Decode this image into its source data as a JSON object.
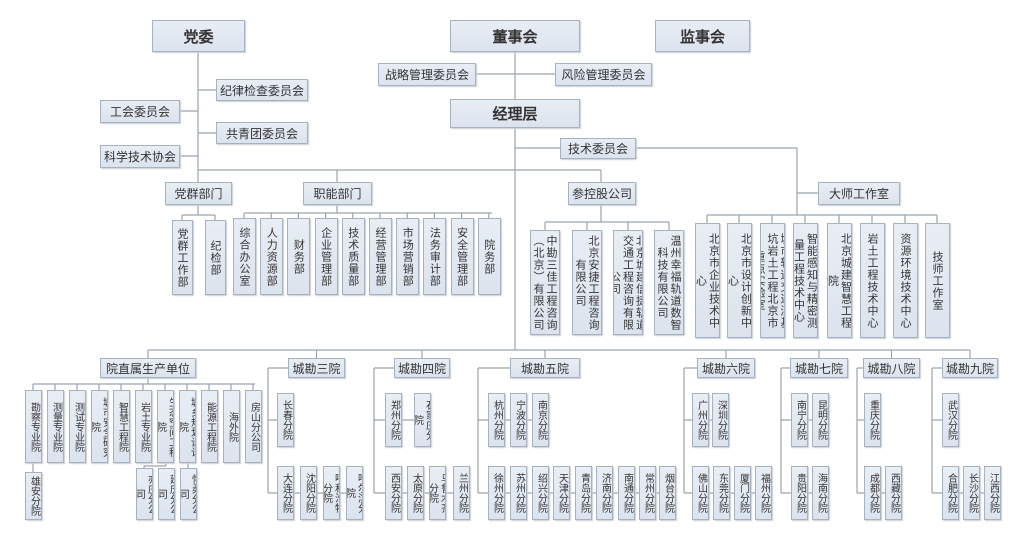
{
  "top": {
    "party_committee": "党委",
    "board": "董事会",
    "supervisors": "监事会",
    "strategy": "战略管理委员会",
    "risk": "风险管理委员会",
    "management": "经理层",
    "discipline": "纪律检查委员会",
    "union": "工会委员会",
    "youth": "共青团委员会",
    "science": "科学技术协会",
    "tech_committee": "技术委员会"
  },
  "departments": {
    "party": {
      "label": "党群部门",
      "children": [
        "党群工作部",
        "纪检部"
      ]
    },
    "functional": {
      "label": "职能部门",
      "children": [
        "综合办公室",
        "人力资源部",
        "财务部",
        "企业管理部",
        "技术质量部",
        "经营管理部",
        "市场营销部",
        "法务审计部",
        "安全管理部",
        "院务部"
      ]
    },
    "holdings": {
      "label": "参控股公司",
      "children": [
        "中勘三佳工程咨询（北京）有限公司",
        "北京安捷工程咨询有限公司",
        "北京城建信捷轨道交通工程咨询有限公司",
        "温州幸福轨道数智科技有限公司"
      ]
    },
    "masters": {
      "label": "大师工作室",
      "children": [
        "北京市企业技术中心",
        "北京市设计创新中心",
        "城市轨道交通深基坑岩土工程北京市重点实验室",
        "智能感知与精密测量工程技术中心",
        "北京城建智慧工程院",
        "岩土工程技术中心",
        "资源环境技术中心",
        "技师工作室"
      ]
    }
  },
  "production": {
    "direct": {
      "label": "院直属生产单位",
      "children": [
        "勘察专业院",
        "测量专业院",
        "测试专业院",
        "城市安全研究院",
        "智慧工程院",
        "岩土专业院",
        "生态空间工程院",
        "城乡规划设计院",
        "能源工程院",
        "海外院",
        "房山分公司"
      ],
      "sub": [
        "雄安分院",
        "亦庄分公司",
        "延庆分公司",
        "怀柔分公司"
      ]
    },
    "branches": [
      {
        "label": "城勘三院",
        "row1": [
          "长春分院"
        ],
        "row2": [
          "大连分院",
          "沈阳分院",
          "呼和浩特分院",
          "哈尔滨分院"
        ]
      },
      {
        "label": "城勘四院",
        "row1": [
          "郑州分院",
          "石家庄分院"
        ],
        "row2": [
          "西安分院",
          "太原分院",
          "乌鲁木齐分院",
          "兰州分院"
        ]
      },
      {
        "label": "城勘五院",
        "row1": [
          "杭州分院",
          "宁波分院",
          "南京分院"
        ],
        "row2": [
          "徐州分院",
          "苏州分院",
          "绍兴分院",
          "天津分院",
          "青岛分院",
          "济南分院",
          "南通分院",
          "常州分院",
          "烟台分院"
        ]
      },
      {
        "label": "城勘六院",
        "row1": [
          "广州分院",
          "深圳分院"
        ],
        "row2": [
          "佛山分院",
          "东莞分院",
          "厦门分院",
          "福州分院"
        ]
      },
      {
        "label": "城勘七院",
        "row1": [
          "南宁分院",
          "昆明分院"
        ],
        "row2": [
          "贵阳分院",
          "海南分院"
        ]
      },
      {
        "label": "城勘八院",
        "row1": [
          "重庆分院"
        ],
        "row2": [
          "成都分院",
          "西藏分院"
        ]
      },
      {
        "label": "城勘九院",
        "row1": [
          "武汉分院"
        ],
        "row2": [
          "合肥分院",
          "长沙分院",
          "江西分院"
        ]
      }
    ]
  }
}
